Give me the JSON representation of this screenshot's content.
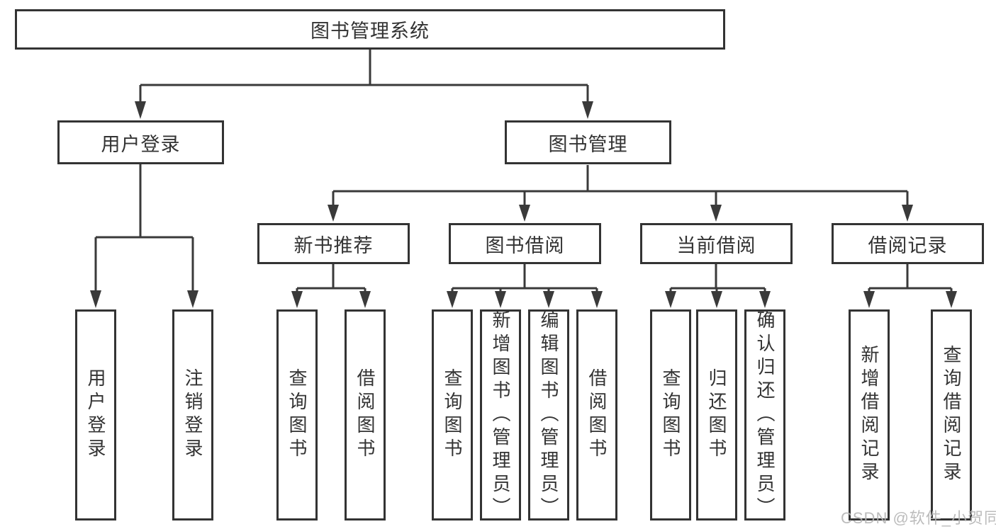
{
  "diagram": {
    "root": {
      "label": "图书管理系统"
    },
    "branches": [
      {
        "label": "用户登录",
        "children": [
          {
            "label": "用户登录"
          },
          {
            "label": "注销登录"
          }
        ]
      },
      {
        "label": "图书管理",
        "children": [
          {
            "label": "新书推荐",
            "children": [
              {
                "label": "查询图书"
              },
              {
                "label": "借阅图书"
              }
            ]
          },
          {
            "label": "图书借阅",
            "children": [
              {
                "label": "查询图书"
              },
              {
                "label": "新增图书（管理员）"
              },
              {
                "label": "编辑图书（管理员）"
              },
              {
                "label": "借阅图书"
              }
            ]
          },
          {
            "label": "当前借阅",
            "children": [
              {
                "label": "查询图书"
              },
              {
                "label": "归还图书"
              },
              {
                "label": "确认归还（管理员）"
              }
            ]
          },
          {
            "label": "借阅记录",
            "children": [
              {
                "label": "新增借阅记录"
              },
              {
                "label": "查询借阅记录"
              }
            ]
          }
        ]
      }
    ],
    "style": {
      "line_color": "#3a3a3a",
      "box_border_color": "#333333",
      "text_color": "#333333",
      "background_color": "#ffffff"
    }
  },
  "watermark": {
    "text": "CSDN @软件_小贺同学",
    "color": "#b5b5b5"
  }
}
